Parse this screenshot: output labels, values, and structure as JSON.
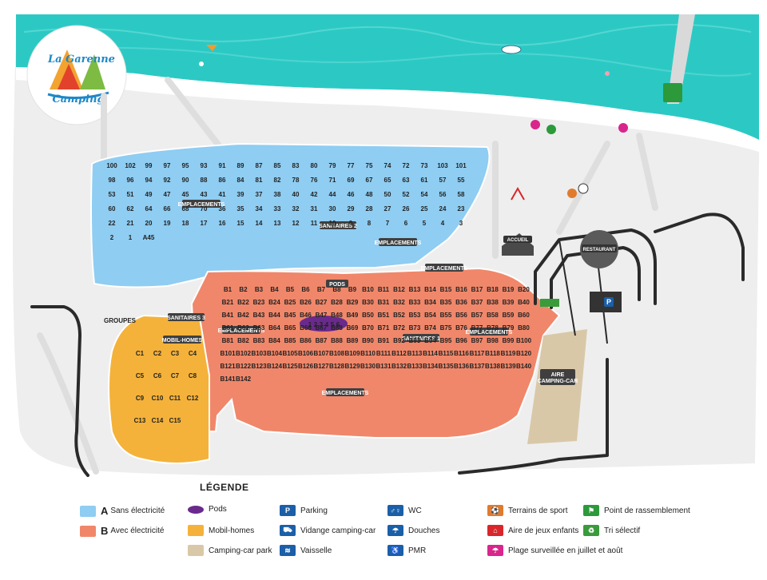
{
  "logo": {
    "line1": "La Garenne",
    "line2": "Camping"
  },
  "signs": {
    "sanitaires1": "SANITAIRES 1",
    "sanitaires2": "SANITAIRES 2",
    "sanitaires3": "SANITAIRES 3",
    "emplacements": "EMPLACEMENTS",
    "pods": "PODS",
    "mobil_homes": "MOBIL-HOMES",
    "accueil": "ACCUEIL",
    "restaurant": "RESTAURANT",
    "aire_camping_car_1": "AIRE",
    "aire_camping_car_2": "CAMPING-CAR",
    "groupes": "GROUPES"
  },
  "zones": {
    "a": [
      "100",
      "102",
      "99",
      "97",
      "95",
      "93",
      "91",
      "89",
      "87",
      "85",
      "83",
      "80",
      "79",
      "77",
      "75",
      "74",
      "72",
      "73",
      "103",
      "101",
      "98",
      "96",
      "94",
      "92",
      "90",
      "88",
      "86",
      "84",
      "81",
      "82",
      "78",
      "76",
      "71",
      "69",
      "67",
      "65",
      "63",
      "61",
      "57",
      "55",
      "53",
      "51",
      "49",
      "47",
      "45",
      "43",
      "41",
      "39",
      "37",
      "38",
      "40",
      "42",
      "44",
      "46",
      "48",
      "50",
      "52",
      "54",
      "56",
      "58",
      "60",
      "62",
      "64",
      "66",
      "68",
      "70",
      "36",
      "35",
      "34",
      "33",
      "32",
      "31",
      "30",
      "29",
      "28",
      "27",
      "26",
      "25",
      "24",
      "23",
      "22",
      "21",
      "20",
      "19",
      "18",
      "17",
      "16",
      "15",
      "14",
      "13",
      "12",
      "11",
      "10",
      "9",
      "8",
      "7",
      "6",
      "5",
      "4",
      "3",
      "2",
      "1",
      "A45"
    ],
    "b": [
      "B1",
      "B2",
      "B3",
      "B4",
      "B5",
      "B6",
      "B7",
      "B8",
      "B9",
      "B10",
      "B11",
      "B12",
      "B13",
      "B14",
      "B15",
      "B16",
      "B17",
      "B18",
      "B19",
      "B20",
      "B21",
      "B22",
      "B23",
      "B24",
      "B25",
      "B26",
      "B27",
      "B28",
      "B29",
      "B30",
      "B31",
      "B32",
      "B33",
      "B34",
      "B35",
      "B36",
      "B37",
      "B38",
      "B39",
      "B40",
      "B41",
      "B42",
      "B43",
      "B44",
      "B45",
      "B46",
      "B47",
      "B48",
      "B49",
      "B50",
      "B51",
      "B52",
      "B53",
      "B54",
      "B55",
      "B56",
      "B57",
      "B58",
      "B59",
      "B60",
      "B61",
      "B62",
      "B63",
      "B64",
      "B65",
      "B66",
      "B67",
      "B68",
      "B69",
      "B70",
      "B71",
      "B72",
      "B73",
      "B74",
      "B75",
      "B76",
      "B77",
      "B78",
      "B79",
      "B80",
      "B81",
      "B82",
      "B83",
      "B84",
      "B85",
      "B86",
      "B87",
      "B88",
      "B89",
      "B90",
      "B91",
      "B92",
      "B93",
      "B94",
      "B95",
      "B96",
      "B97",
      "B98",
      "B99",
      "B100",
      "B101",
      "B102",
      "B103",
      "B104",
      "B105",
      "B106",
      "B107",
      "B108",
      "B109",
      "B110",
      "B111",
      "B112",
      "B113",
      "B114",
      "B115",
      "B116",
      "B117",
      "B118",
      "B119",
      "B120",
      "B121",
      "B122",
      "B123",
      "B124",
      "B125",
      "B126",
      "B127",
      "B128",
      "B129",
      "B130",
      "B131",
      "B132",
      "B133",
      "B134",
      "B135",
      "B136",
      "B137",
      "B138",
      "B139",
      "B140",
      "B141",
      "B142"
    ],
    "c": [
      "C1",
      "C2",
      "C3",
      "C4",
      "C5",
      "C6",
      "C7",
      "C8",
      "C9",
      "C10",
      "C11",
      "C12",
      "C13",
      "C14",
      "C15"
    ],
    "pods": [
      "1",
      "2",
      "3",
      "4",
      "5",
      "6"
    ]
  },
  "legend": {
    "title": "LÉGENDE",
    "items": [
      {
        "letter": "A",
        "label": "Sans électricité",
        "color": "#8fcdf2"
      },
      {
        "letter": "B",
        "label": "Avec électricité",
        "color": "#f0876a"
      },
      {
        "label": "Pods",
        "color": "#6a2a8c"
      },
      {
        "label": "Mobil-homes",
        "color": "#f4b23a"
      },
      {
        "label": "Camping-car park",
        "color": "#d9c8a8"
      },
      {
        "label": "Parking",
        "icon": "parking-icon",
        "glyph": "P",
        "color": "#1b5fa8"
      },
      {
        "label": "Vidange camping-car",
        "icon": "camping-car-drain-icon",
        "glyph": "⛟",
        "color": "#1b5fa8"
      },
      {
        "label": "Vaisselle",
        "icon": "dishwashing-icon",
        "glyph": "≋",
        "color": "#1b5fa8"
      },
      {
        "label": "WC",
        "icon": "wc-icon",
        "glyph": "♂♀",
        "color": "#1b5fa8"
      },
      {
        "label": "Douches",
        "icon": "shower-icon",
        "glyph": "☂",
        "color": "#1b5fa8"
      },
      {
        "label": "PMR",
        "icon": "wheelchair-icon",
        "glyph": "♿",
        "color": "#1b5fa8"
      },
      {
        "label": "Terrains de sport",
        "icon": "sports-ball-icon",
        "glyph": "⚽",
        "color": "#e07b2e"
      },
      {
        "label": "Aire de jeux enfants",
        "icon": "playground-icon",
        "glyph": "⌂",
        "color": "#d9262b"
      },
      {
        "label": "Plage surveillée en juillet et août",
        "icon": "beach-umbrella-icon",
        "glyph": "☂",
        "color": "#d9268c"
      },
      {
        "label": "Point de rassemblement",
        "icon": "assembly-point-icon",
        "glyph": "⚑",
        "color": "#2c9a3a"
      },
      {
        "label": "Tri sélectif",
        "icon": "recycling-bins-icon",
        "glyph": "♻",
        "color": "#3a9b3a"
      }
    ]
  }
}
